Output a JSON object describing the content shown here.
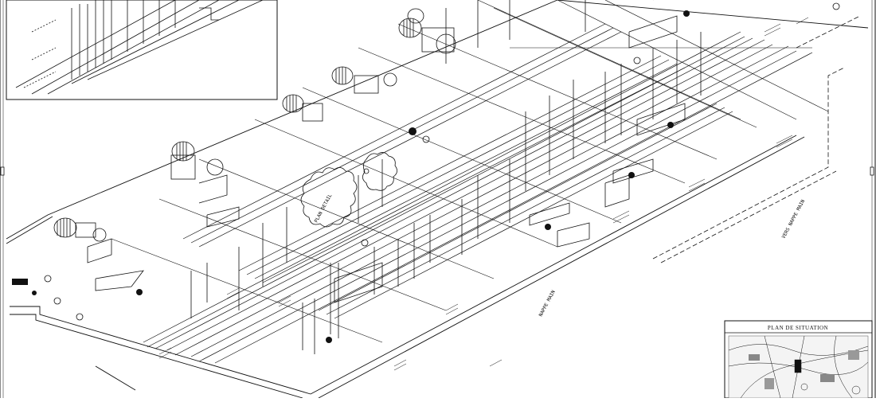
{
  "drawing": {
    "type": "isometric piping drawing",
    "line_color": "#111111",
    "background": "#ffffff",
    "labels": {
      "plan_detail": "PLAN DETAIL",
      "nappe_main_1": "NAPPE MAIN",
      "nappe_main_2": "VERS NAPPE MAIN"
    },
    "location_plan": {
      "title": "PLAN DE SITUATION"
    }
  }
}
